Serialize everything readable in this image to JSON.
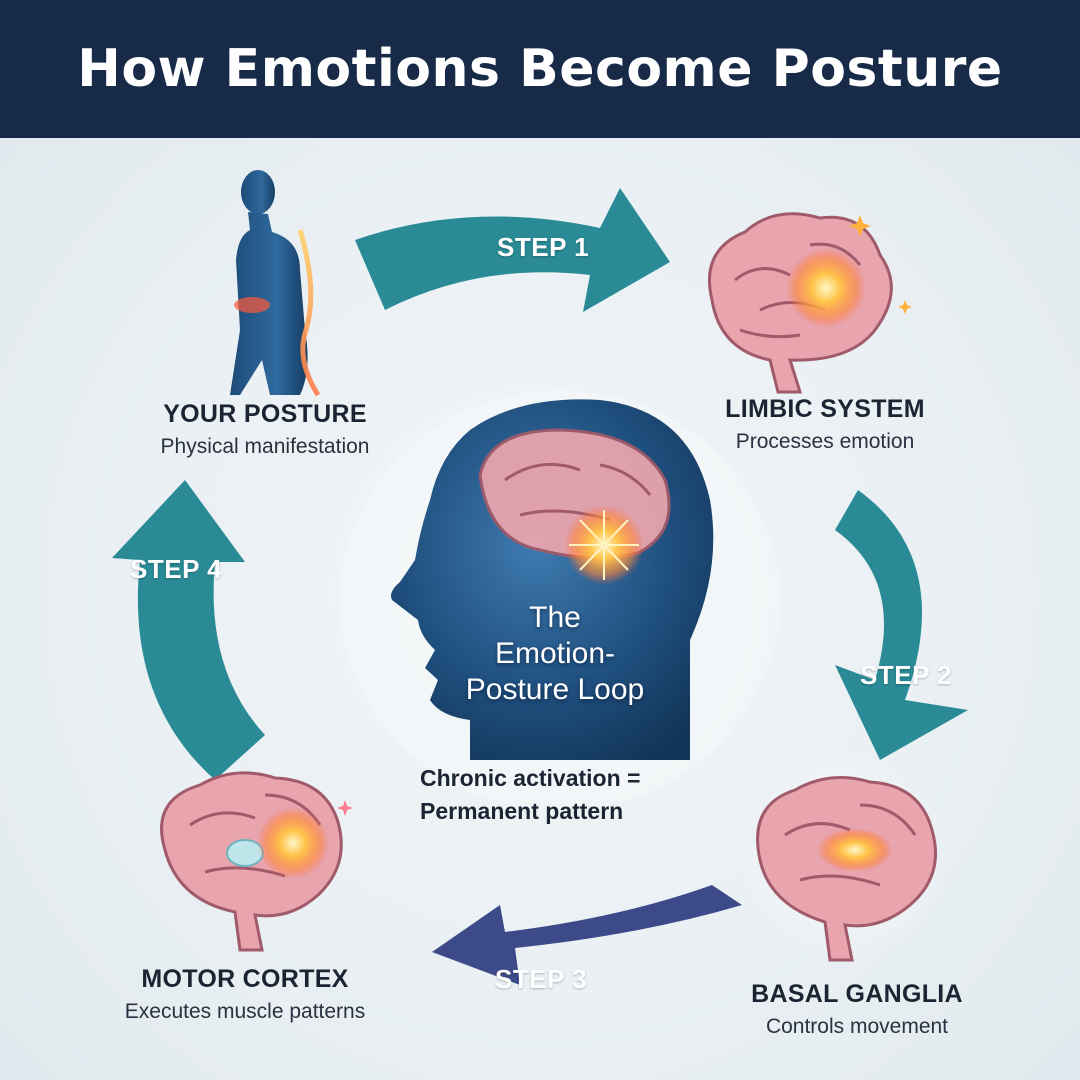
{
  "header": {
    "title": "How Emotions Become Posture"
  },
  "steps": [
    {
      "label": "STEP 1"
    },
    {
      "label": "STEP 2"
    },
    {
      "label": "STEP 3"
    },
    {
      "label": "STEP 4"
    }
  ],
  "nodes": {
    "posture": {
      "name": "YOUR POSTURE",
      "desc": "Physical manifestation"
    },
    "limbic": {
      "name": "LIMBIC SYSTEM",
      "desc": "Processes emotion"
    },
    "basal": {
      "name": "BASAL GANGLIA",
      "desc": "Controls movement"
    },
    "motor": {
      "name": "MOTOR CORTEX",
      "desc": "Executes muscle patterns"
    }
  },
  "center": {
    "title_line1": "The",
    "title_line2": "Emotion-",
    "title_line3": "Posture Loop",
    "note_line1": "Chronic activation =",
    "note_line2": "Permanent pattern"
  },
  "colors": {
    "header_bg": "#172a47",
    "arrow_teal": "#2a8b96",
    "arrow_navy": "#3c4a8a",
    "brain_pink": "#e8a5ae",
    "glow": "#ffb13b"
  }
}
